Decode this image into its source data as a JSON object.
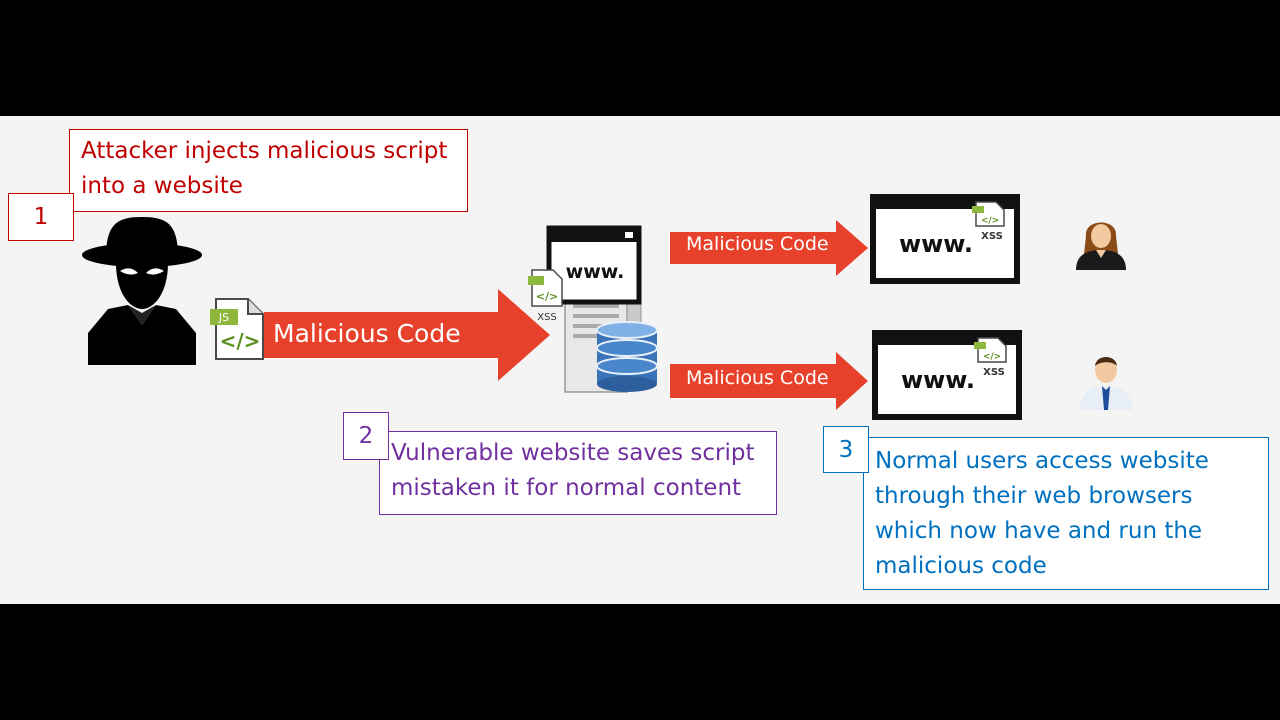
{
  "steps": [
    {
      "number": "1",
      "lines": [
        "Attacker injects malicious script",
        "into a website"
      ]
    },
    {
      "number": "2",
      "lines": [
        "Vulnerable website saves script",
        "mistaken it for normal content"
      ]
    },
    {
      "number": "3",
      "lines": [
        "Normal users access website",
        "through their web browsers",
        "which now have and run the",
        "malicious code"
      ]
    }
  ],
  "arrows": {
    "main_label": "Malicious Code",
    "upper_label": "Malicious Code",
    "lower_label": "Malicious Code"
  },
  "labels": {
    "www": "www.",
    "xss": "XSS",
    "js": "JS",
    "code": "</>"
  },
  "colors": {
    "step1": "#c00000",
    "step2": "#7030a0",
    "step3": "#0070c0",
    "arrow": "#e8412b"
  },
  "icons": [
    "hacker-icon",
    "js-file-icon",
    "browser-window-icon",
    "server-icon",
    "database-icon",
    "female-user-icon",
    "male-user-icon"
  ]
}
